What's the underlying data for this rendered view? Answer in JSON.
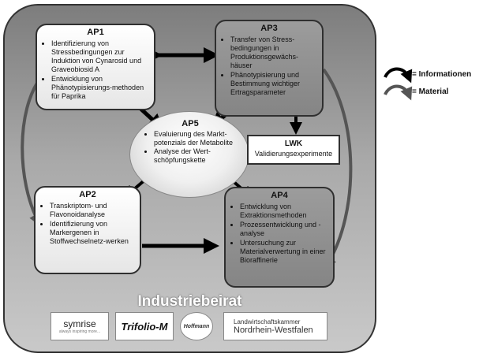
{
  "ap1": {
    "title": "AP1",
    "items": [
      "Identifizierung von Stressbedingungen zur Induktion von Cynarosid und Graveobiosid A",
      "Entwicklung von Phänotypisierungs-methoden für Paprika"
    ]
  },
  "ap2": {
    "title": "AP2",
    "items": [
      "Transkriptom- und Flavonoidanalyse",
      "Identifizierung von Markergenen in Stoffwechselnetz-werken"
    ]
  },
  "ap3": {
    "title": "AP3",
    "items": [
      "Transfer von Stress-bedingungen in Produktionsgewächs-häuser",
      "Phänotypisierung und Bestimmung wichtiger Ertragsparameter"
    ]
  },
  "ap4": {
    "title": "AP4",
    "items": [
      "Entwicklung von Extraktionsmethoden",
      "Prozessentwicklung und -analyse",
      "Untersuchung zur Materialverwertung in einer Bioraffinerie"
    ]
  },
  "ap5": {
    "title": "AP5",
    "items": [
      "Evaluierung des Markt-potenzials der Metabolite",
      "Analyse der Wert-schöpfungskette"
    ]
  },
  "lwk": {
    "title": "LWK",
    "subtitle": "Validierungsexperimente"
  },
  "industriebeirat": "Industriebeirat",
  "logos": {
    "symrise": "symrise",
    "symrise_tagline": "always inspiring more...",
    "trifolio": "Trifolio-M",
    "hoffmann": "Hoffmann",
    "lwk_line1": "Landwirtschaftskammer",
    "lwk_line2": "Nordrhein-Westfalen"
  },
  "legend": {
    "info": "= Informationen",
    "material": "= Material"
  },
  "colors": {
    "info_arrow": "#000000",
    "material_arrow": "#555555"
  }
}
